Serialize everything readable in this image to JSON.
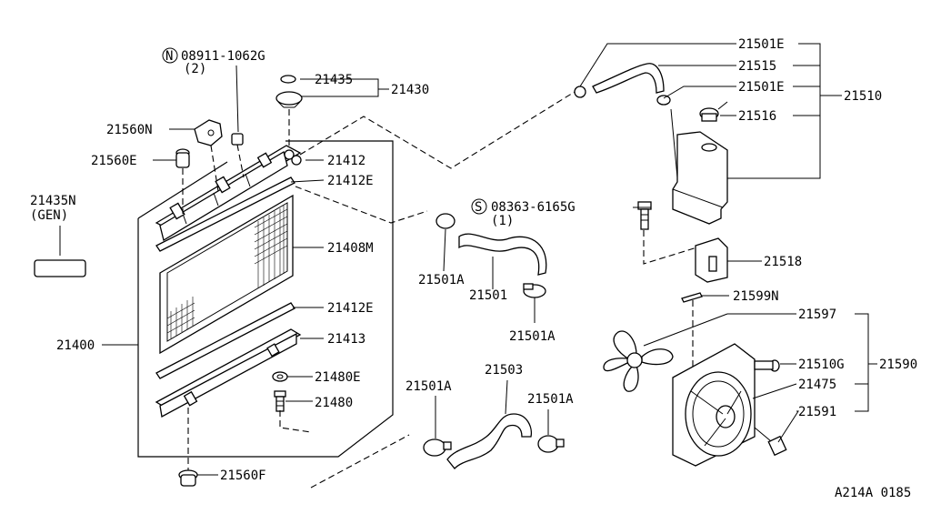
{
  "labels": {
    "p21501E_top": "21501E",
    "p21515": "21515",
    "p21501E_mid": "21501E",
    "p21510": "21510",
    "p21516": "21516",
    "n_bolt": "08911-1062G",
    "n_bolt_qty": "(2)",
    "p21435": "21435",
    "p21430": "21430",
    "p21560N": "21560N",
    "p21560E": "21560E",
    "p21412": "21412",
    "p21412E_top": "21412E",
    "p21435N": "21435N",
    "gen": "(GEN)",
    "s_bolt": "08363-6165G",
    "s_bolt_qty": "(1)",
    "p21408M": "21408M",
    "p21518": "21518",
    "p21501A_left": "21501A",
    "p21501": "21501",
    "p21412E_bot": "21412E",
    "p21501A_mid": "21501A",
    "p21599N": "21599N",
    "p21597": "21597",
    "p21400": "21400",
    "p21413": "21413",
    "p21480E": "21480E",
    "p21510G": "21510G",
    "p21590": "21590",
    "p21503": "21503",
    "p21501A_b1": "21501A",
    "p21501A_b2": "21501A",
    "p21475": "21475",
    "p21480": "21480",
    "p21591": "21591",
    "p21560F": "21560F",
    "footer": "A214A 0185"
  },
  "symbols": {
    "n_mark": "N",
    "s_mark": "S"
  }
}
